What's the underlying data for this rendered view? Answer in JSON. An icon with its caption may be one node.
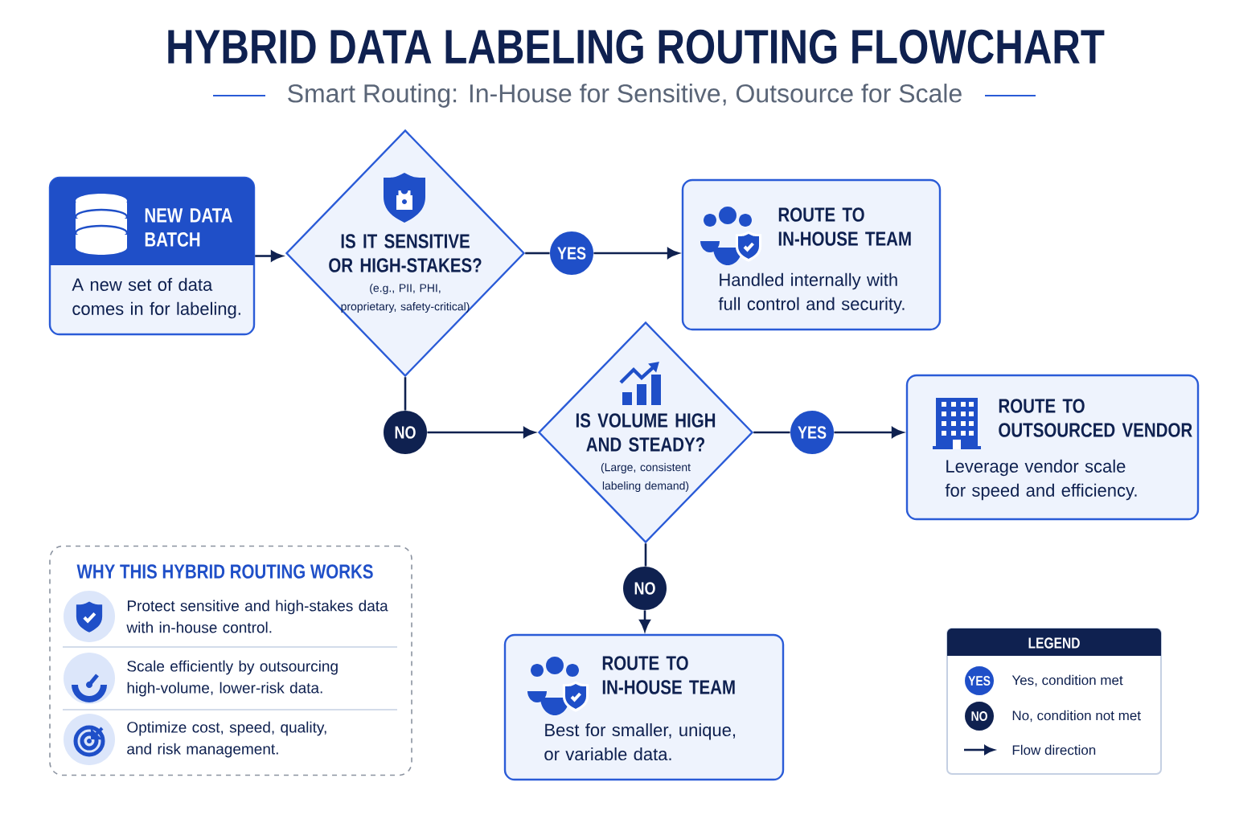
{
  "diagram": {
    "title": "HYBRID DATA LABELING ROUTING FLOWCHART",
    "caption": "Smart Routing: In-House for Sensitive, Outsource for Scale",
    "nodes": [
      {
        "text": [
          "NEW DATA BATCH",
          "A new set of data comes in for labeling."
        ]
      },
      {
        "text": [
          "IS IT SENSITIVE OR HIGH-STAKES?",
          "(e.g., PII, PHI, proprietary, safety-critical)"
        ]
      },
      {
        "text": [
          "YES"
        ]
      },
      {
        "text": [
          "ROUTE TO IN-HOUSE TEAM",
          "Handled internally with full control and security."
        ]
      },
      {
        "text": [
          "NO"
        ]
      },
      {
        "text": [
          "IS VOLUME HIGH AND STEADY?",
          "(Large, consistent labeling demand)"
        ]
      },
      {
        "text": [
          "YES"
        ]
      },
      {
        "text": [
          "ROUTE TO OUTSOURCED VENDOR",
          "Leverage vendor scale for speed and efficiency."
        ]
      },
      {
        "text": [
          "NO"
        ]
      },
      {
        "text": [
          "ROUTE TO IN-HOUSE TEAM",
          "Best for smaller, unique, or variable data."
        ]
      },
      {
        "text": [
          "WHY THIS HYBRID ROUTING WORKS",
          "Protect sensitive and high-stakes data with in-house control.",
          "Scale efficiently by outsourcing high-volume, lower-risk data.",
          "Optimize cost, speed, quality, and risk management."
        ]
      }
    ],
    "edges": [
      {
        "from": 0,
        "to": 1,
        "arrow": "to"
      },
      {
        "from": 1,
        "to": 2,
        "arrow": "none"
      },
      {
        "from": 2,
        "to": 3,
        "arrow": "to"
      },
      {
        "from": 1,
        "to": 4,
        "arrow": "none"
      },
      {
        "from": 4,
        "to": 5,
        "arrow": "to"
      },
      {
        "from": 5,
        "to": 6,
        "arrow": "none"
      },
      {
        "from": 6,
        "to": 7,
        "arrow": "to"
      },
      {
        "from": 5,
        "to": 8,
        "arrow": "none"
      },
      {
        "from": 8,
        "to": 9,
        "arrow": "to"
      }
    ],
    "labels": [
      "LEGEND",
      "YES",
      "NO"
    ],
    "legend": [
      {
        "text": "Yes, condition met",
        "color": "#1f4fc8"
      },
      {
        "text": "No, condition not met",
        "color": "#0f2150"
      },
      {
        "text": "Flow direction"
      }
    ]
  }
}
